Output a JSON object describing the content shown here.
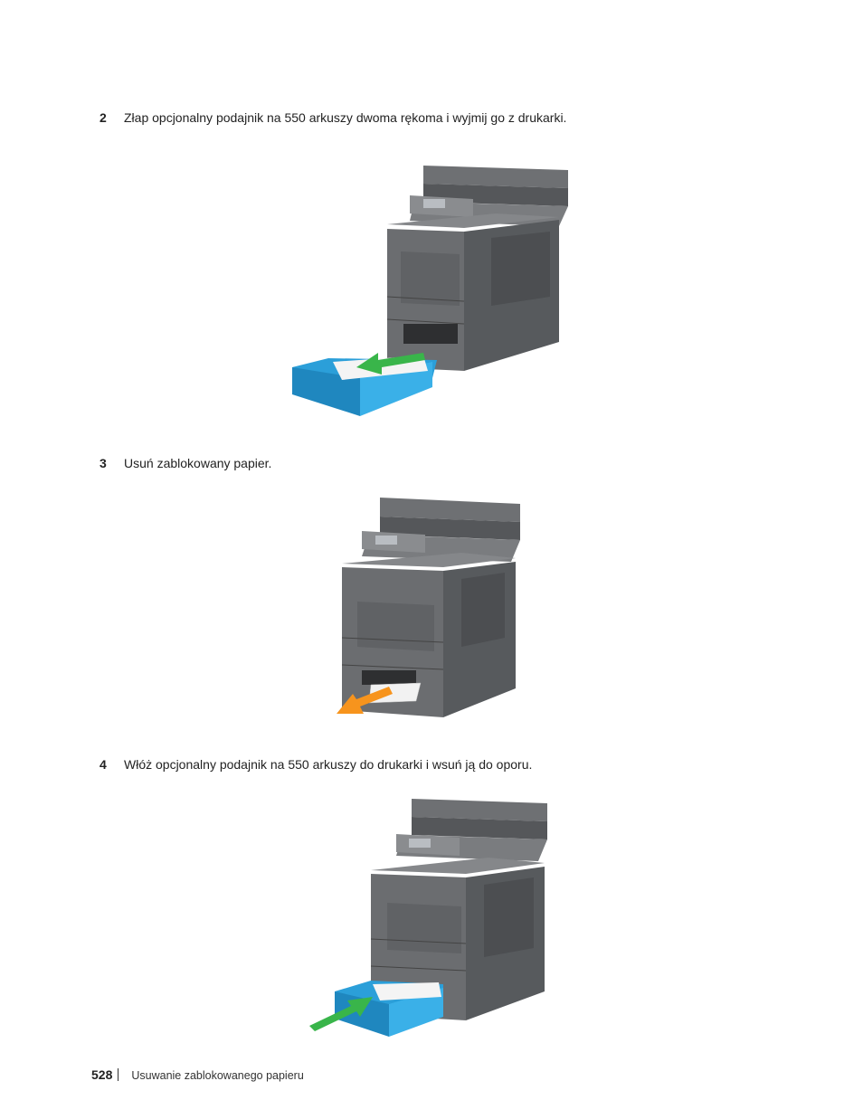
{
  "steps": [
    {
      "number": "2",
      "text": "Złap opcjonalny podajnik na 550 arkuszy dwoma rękoma i wyjmij go z drukarki."
    },
    {
      "number": "3",
      "text": "Usuń zablokowany papier."
    },
    {
      "number": "4",
      "text": "Włóż opcjonalny podajnik na 550 arkuszy do drukarki i wsuń ją do oporu."
    }
  ],
  "figures": [
    {
      "icon": "printer-tray-removal-illustration",
      "tray_color": "#2b9fd9",
      "arrow_color": "#39b54a"
    },
    {
      "icon": "printer-remove-jammed-paper-illustration",
      "arrow_color": "#f7941d"
    },
    {
      "icon": "printer-tray-insert-illustration",
      "tray_color": "#2b9fd9",
      "arrow_color": "#39b54a"
    }
  ],
  "footer": {
    "page_number": "528",
    "section_title": "Usuwanie zablokowanego papieru"
  }
}
